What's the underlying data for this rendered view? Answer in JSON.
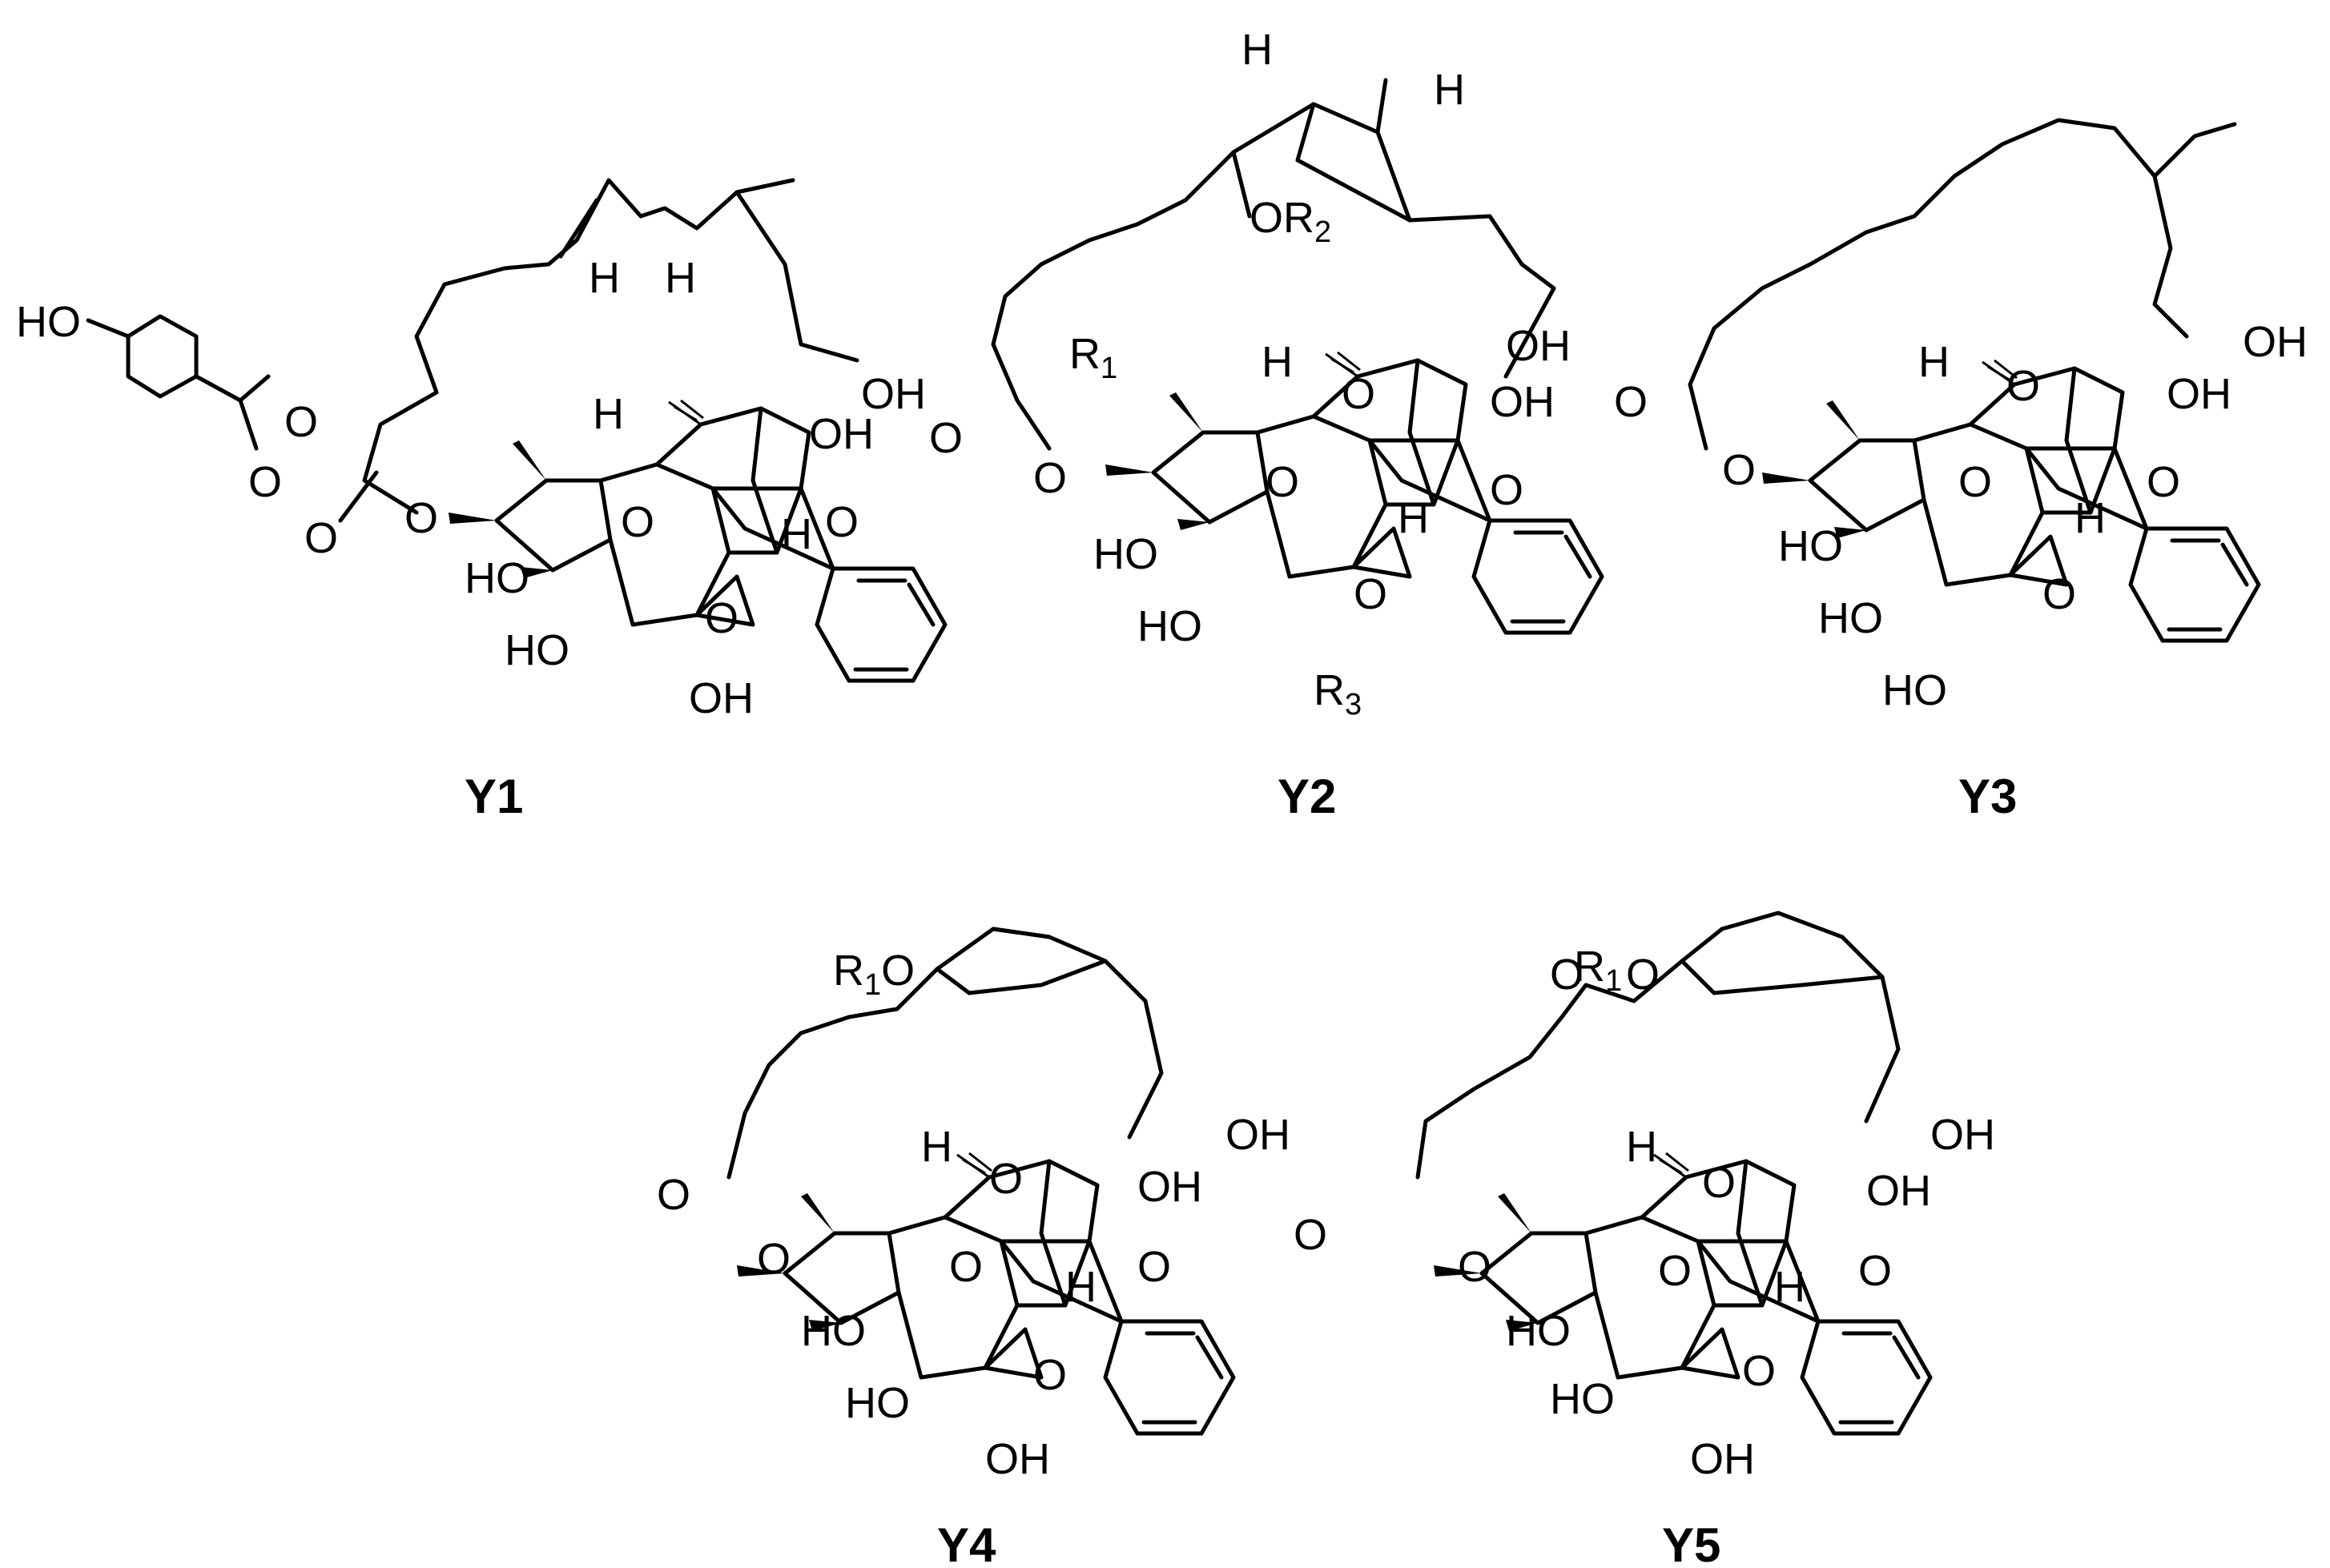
{
  "compounds": [
    {
      "caption": "Y1",
      "atom_labels": {
        "phenol_oh": "HO",
        "ester_o": "O",
        "carbonyl_o": "O",
        "lactone_carbonyl_o": "O",
        "lactone_o": "O",
        "h_cyclopropane_left": "H",
        "h_cyclopropane_right": "H",
        "h_junction": "H",
        "oh_tertiary": "OH",
        "oh_ring": "OH",
        "oh_c4": "HO",
        "oh_c5": "HO",
        "oh_ch2": "OH",
        "orthoester_o1": "O",
        "orthoester_o2": "O",
        "epoxide_o": "O",
        "h_orthoester": "H"
      }
    },
    {
      "caption": "Y2",
      "atom_labels": {
        "h_left": "H",
        "h_right": "H",
        "or2": "OR",
        "or2_sub": "2",
        "r1": "R",
        "r1_sub": "1",
        "h_junction": "H",
        "lactone_carbonyl_o": "O",
        "lactone_o": "O",
        "oh_tertiary": "OH",
        "oh_ring": "OH",
        "oh_c4": "HO",
        "oh_c5": "HO",
        "r3": "R",
        "r3_sub": "3",
        "orthoester_o1": "O",
        "orthoester_o2": "O",
        "epoxide_o": "O",
        "orthoester_o3": "O",
        "h_orthoester": "H"
      }
    },
    {
      "caption": "Y3",
      "atom_labels": {
        "h_junction": "H",
        "lactone_carbonyl_o": "O",
        "lactone_o": "O",
        "oh_tertiary": "OH",
        "oh_ring": "OH",
        "oh_c4": "HO",
        "oh_c5": "HO",
        "oh_ch2": "HO",
        "orthoester_o1": "O",
        "orthoester_o2": "O",
        "epoxide_o": "O",
        "orthoester_o3": "O",
        "h_orthoester": "H"
      }
    },
    {
      "caption": "Y4",
      "atom_labels": {
        "r1o": "R",
        "r1o_sub": "1",
        "r1o_o": "O",
        "h_junction": "H",
        "lactone_carbonyl_o": "O",
        "lactone_o": "O",
        "oh_tertiary": "OH",
        "oh_ring": "OH",
        "oh_c4": "HO",
        "oh_c5": "HO",
        "oh_ch2": "OH",
        "orthoester_o1": "O",
        "orthoester_o2": "O",
        "epoxide_o": "O",
        "orthoester_o3": "O",
        "h_orthoester": "H"
      }
    },
    {
      "caption": "Y5",
      "atom_labels": {
        "o_left": "O",
        "r1": "R",
        "r1_sub": "1",
        "o_right": "O",
        "h_junction": "H",
        "lactone_carbonyl_o": "O",
        "lactone_o": "O",
        "oh_tertiary": "OH",
        "oh_ring": "OH",
        "oh_c4": "HO",
        "oh_c5": "HO",
        "oh_ch2": "OH",
        "orthoester_o1": "O",
        "orthoester_o2": "O",
        "epoxide_o": "O",
        "orthoester_o3": "O",
        "h_orthoester": "H"
      }
    }
  ]
}
